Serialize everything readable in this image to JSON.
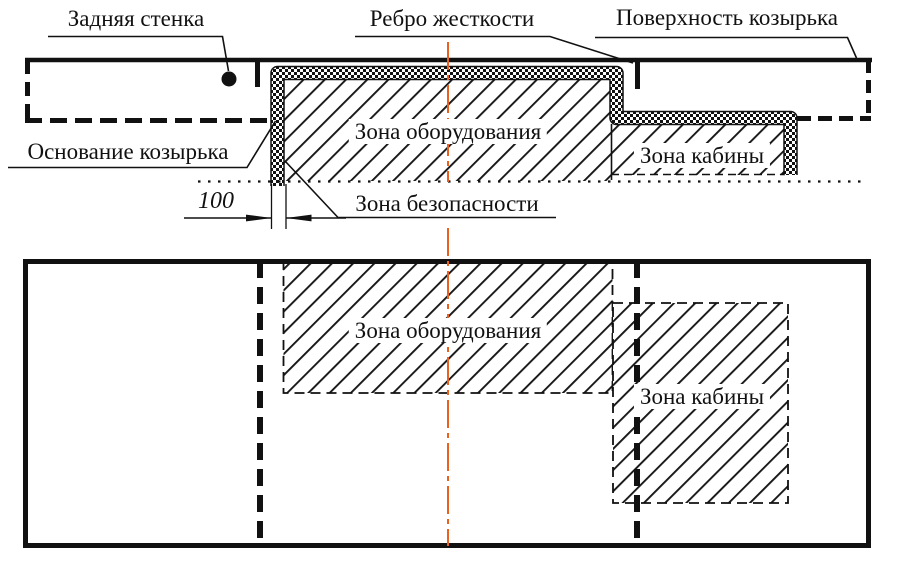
{
  "diagram": {
    "labels": {
      "back_wall": "Задняя стенка",
      "stiffening_rib": "Ребро жесткости",
      "canopy_surface": "Поверхность козырька",
      "canopy_base": "Основание козырька",
      "equipment_zone_section": "Зона оборудования",
      "cabin_zone_section": "Зона кабины",
      "safety_zone": "Зона безопасности",
      "equipment_zone_plan": "Зона оборудования",
      "cabin_zone_plan": "Зона кабины"
    },
    "dimensions": {
      "safety_offset": "100"
    },
    "colors": {
      "line": "#111111",
      "centerline_accent": "#e8611f"
    }
  }
}
